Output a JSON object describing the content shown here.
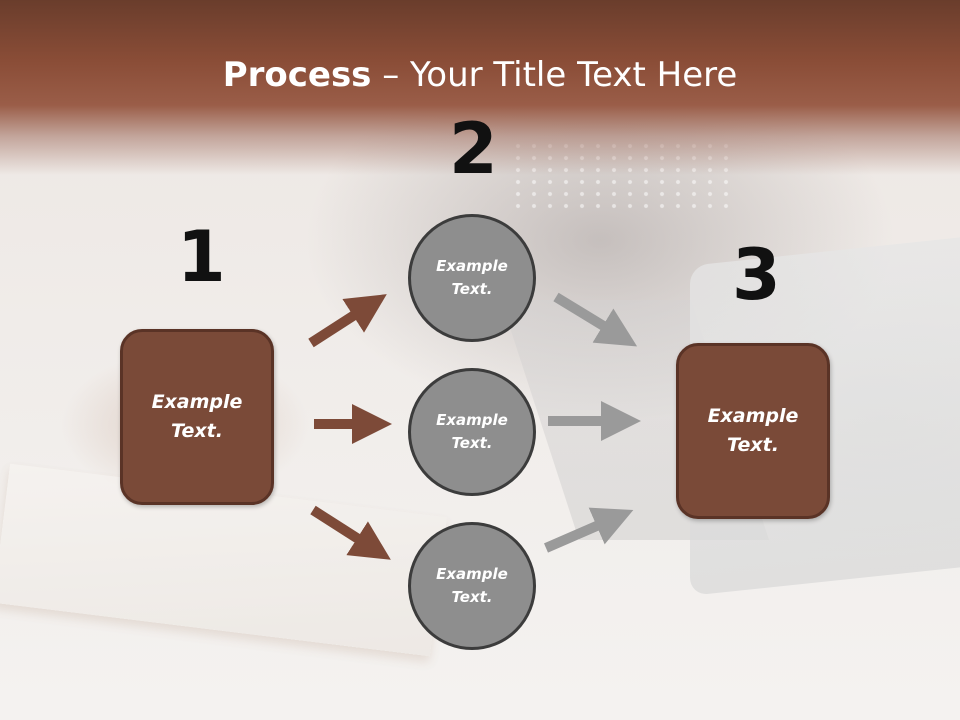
{
  "title": {
    "bold": "Process",
    "rest": " – Your Title Text Here"
  },
  "colors": {
    "box_fill": "#7a4a38",
    "box_border": "#5a3326",
    "circle_fill": "#8e8e8e",
    "circle_border": "#3c3c3c",
    "arrow_brown": "#7d4a38",
    "arrow_gray": "#9a9a9a"
  },
  "steps": [
    {
      "number": "1",
      "text": "Example\nText."
    },
    {
      "number": "2",
      "items": [
        "Example\nText.",
        "Example\nText.",
        "Example\nText."
      ]
    },
    {
      "number": "3",
      "text": "Example\nText."
    }
  ]
}
